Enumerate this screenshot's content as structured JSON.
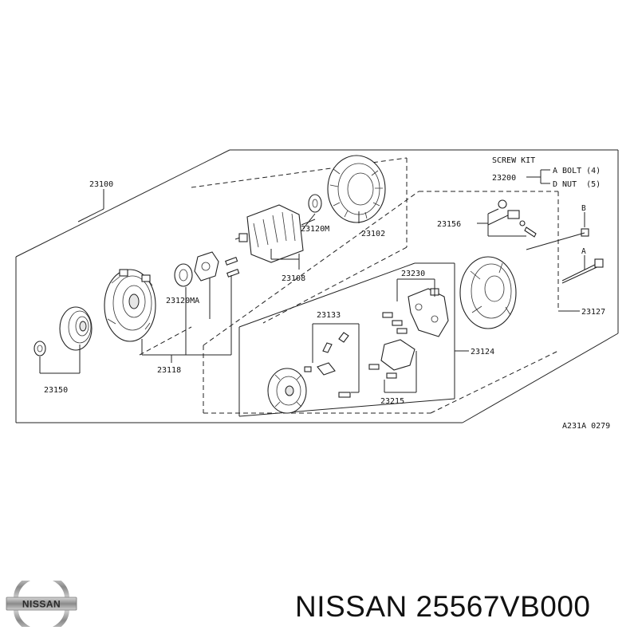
{
  "diagram": {
    "labels": {
      "p23100": "23100",
      "p23102": "23102",
      "p23120m": "23120M",
      "p23108": "23108",
      "p23120ma": "23120MA",
      "p23118": "23118",
      "p23150": "23150",
      "p23156": "23156",
      "p23127": "23127",
      "p23230": "23230",
      "p23133": "23133",
      "p23124": "23124",
      "p23215": "23215"
    },
    "screw_kit": {
      "title": "SCREW KIT",
      "part_number": "23200",
      "item_a": "A BOLT (4)",
      "item_b": "D NUT  (5)"
    },
    "marker_a": "A",
    "marker_b": "B",
    "ref_code": "A231A 0279"
  },
  "brand": {
    "logo_text": "NISSAN",
    "caption": "NISSAN 25567VB000"
  }
}
